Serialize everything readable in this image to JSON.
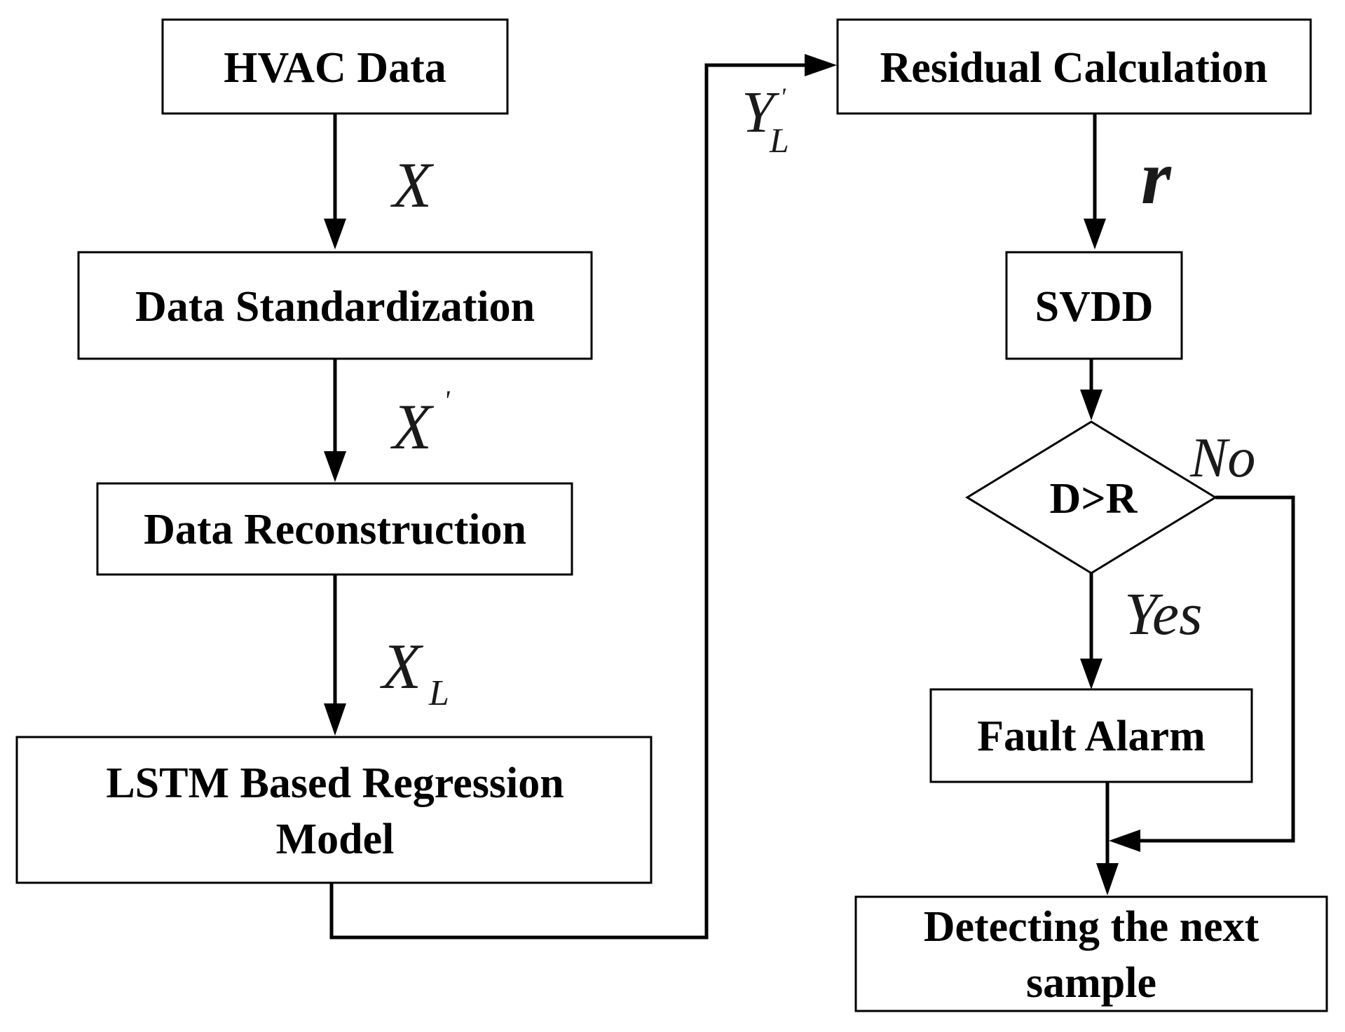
{
  "nodes": {
    "hvac_data": "HVAC Data",
    "data_standardization": "Data Standardization",
    "data_reconstruction": "Data Reconstruction",
    "lstm_model_line1": "LSTM Based Regression",
    "lstm_model_line2": "Model",
    "residual_calculation": "Residual Calculation",
    "svdd": "SVDD",
    "decision": "D>R",
    "fault_alarm": "Fault Alarm",
    "detect_next_line1": "Detecting the next",
    "detect_next_line2": "sample"
  },
  "edge_labels": {
    "x": "X",
    "x_prime_base": "X",
    "x_prime_mark": "'",
    "xl_base": "X",
    "xl_sub": "L",
    "yl_base": "Y",
    "yl_mark": "'",
    "yl_sub": "L",
    "r": "r",
    "yes": "Yes",
    "no": "No"
  }
}
